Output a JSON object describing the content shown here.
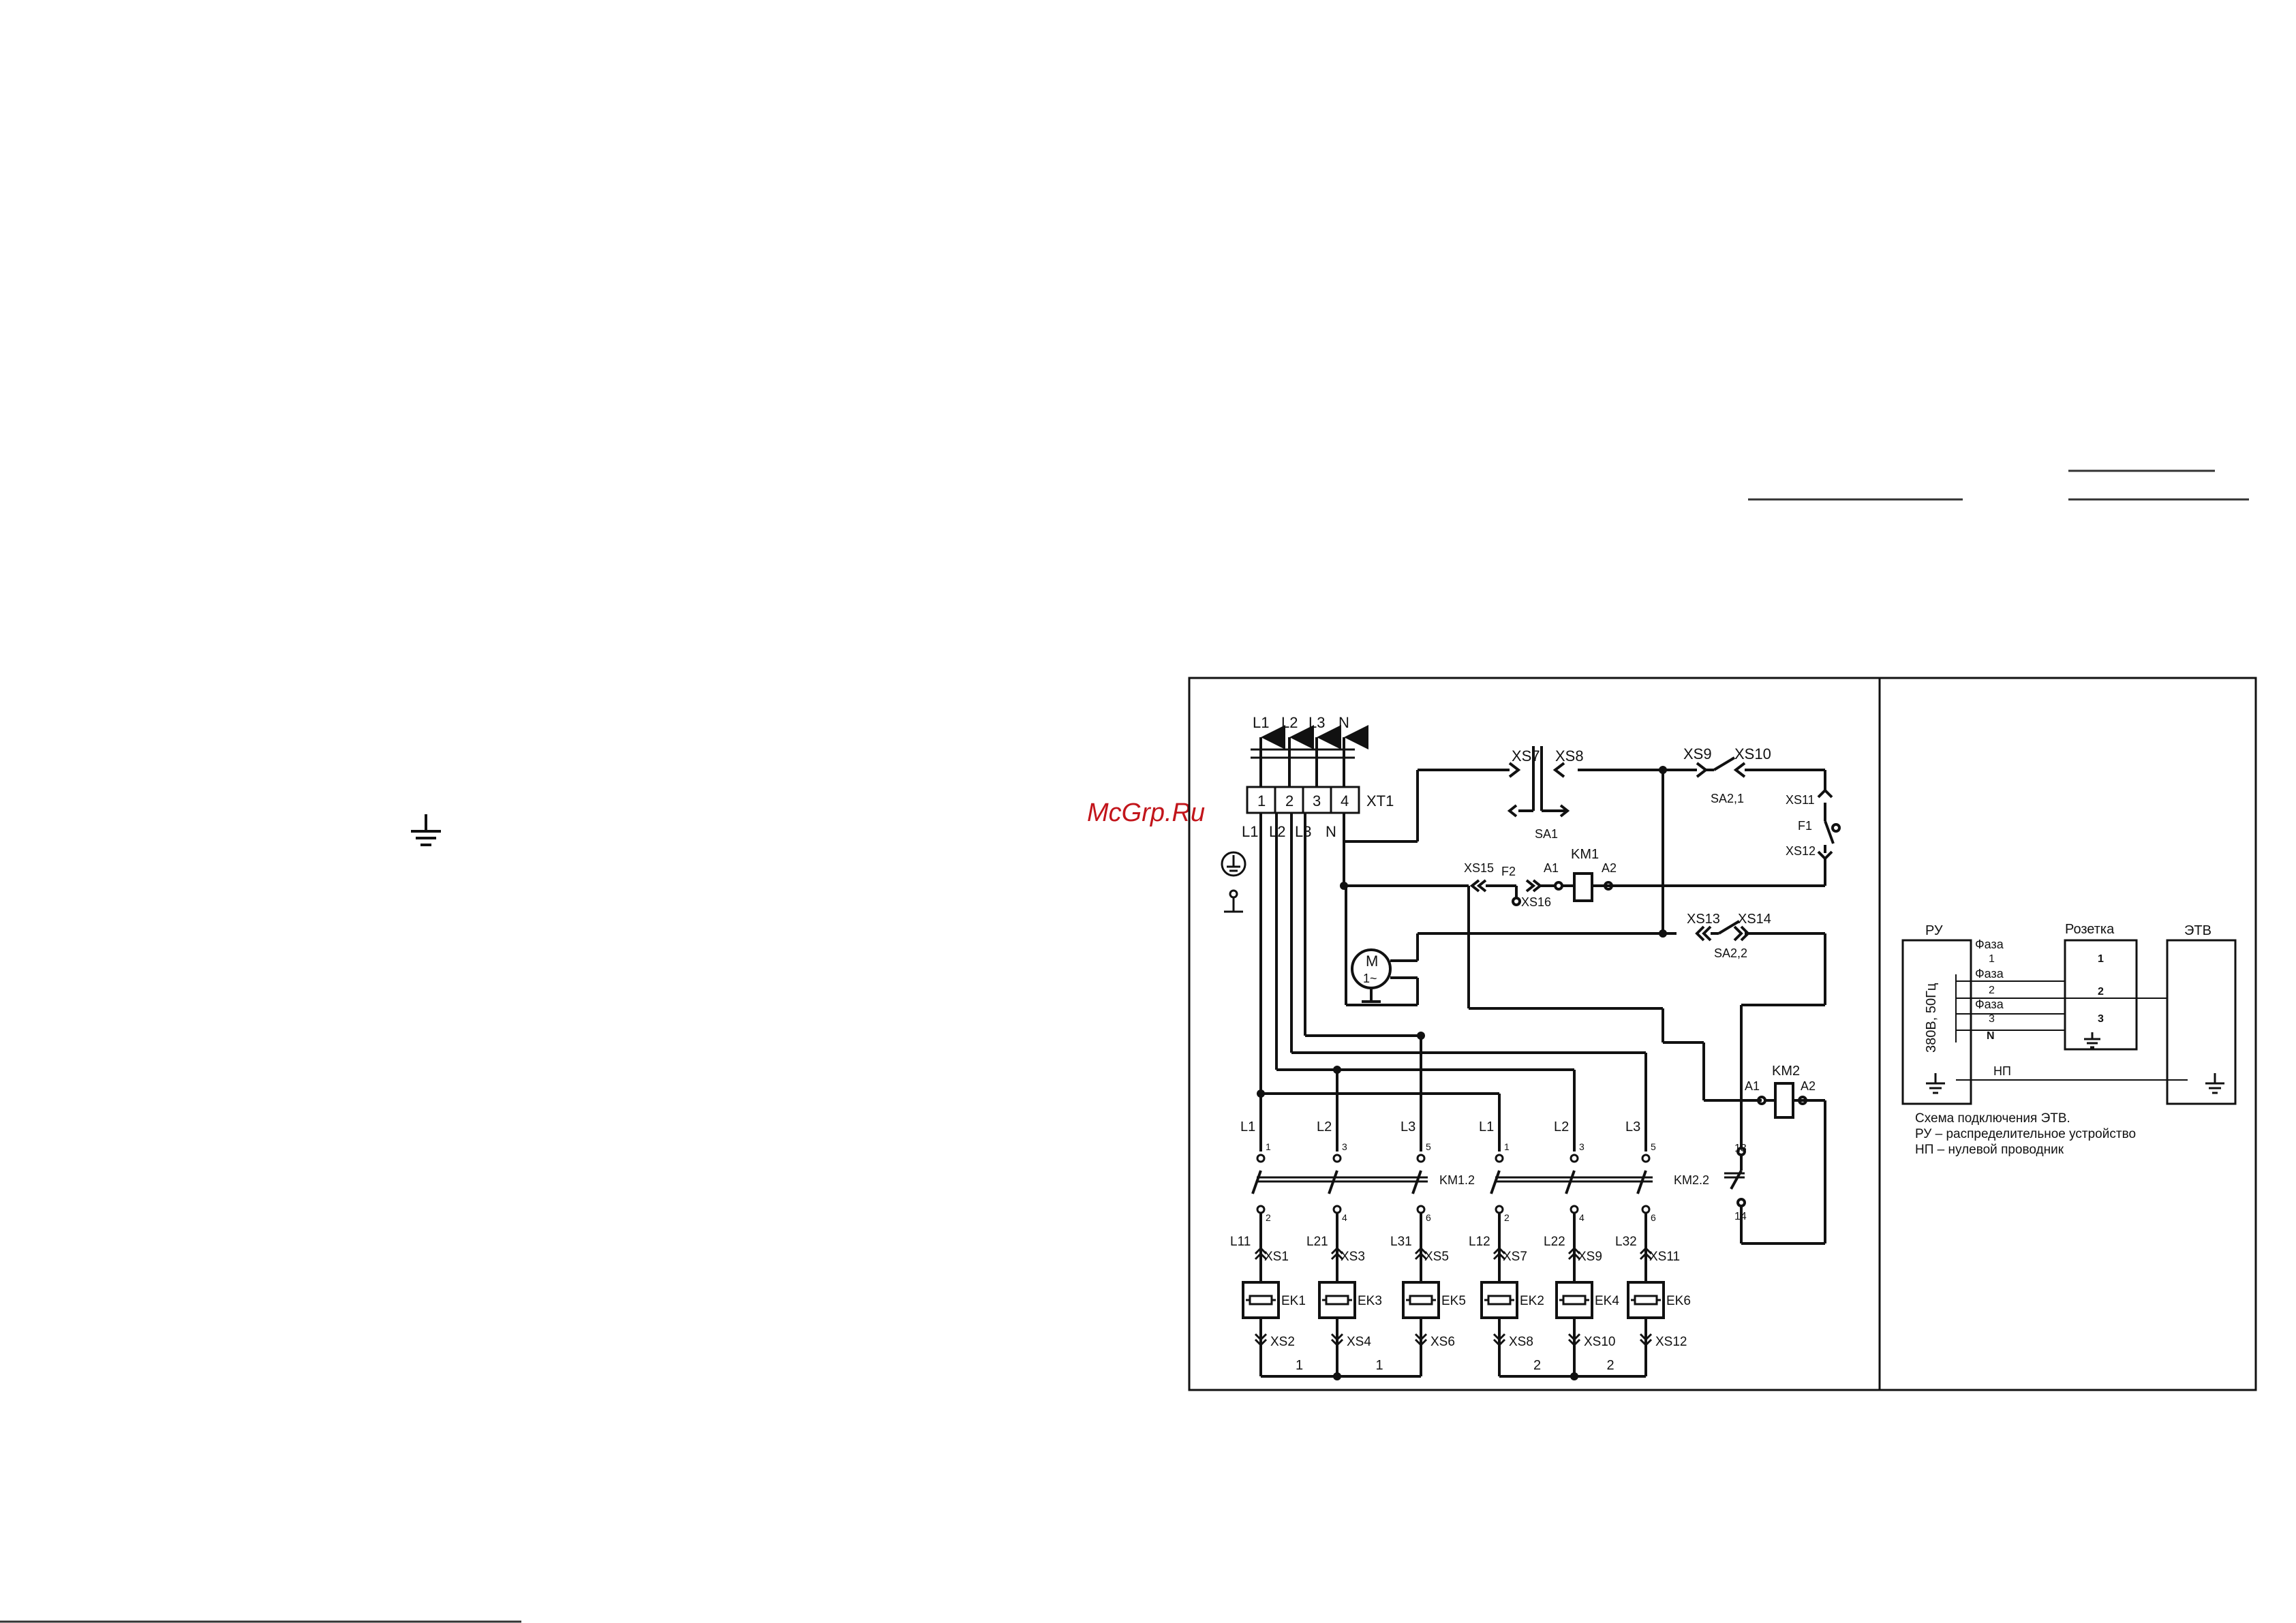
{
  "watermark": "McGrp.Ru",
  "schematic": {
    "supply_terminals": [
      "L1",
      "L2",
      "L3",
      "N"
    ],
    "terminal_numbers": [
      "1",
      "2",
      "3",
      "4"
    ],
    "terminal_block": "XT1",
    "terminal_wires": [
      "L1",
      "L2",
      "L3",
      "N"
    ],
    "motor": "M",
    "motor_sub": "1~",
    "connectors": {
      "xs7": "XS7",
      "xs8": "XS8",
      "sa1": "SA1",
      "xs9": "XS9",
      "xs10": "XS10",
      "sa21": "SA2,1",
      "xs11": "XS11",
      "f1": "F1",
      "xs12": "XS12",
      "xs15": "XS15",
      "f2": "F2",
      "xs16": "XS16",
      "km1": "KM1",
      "a1": "A1",
      "a2": "A2",
      "xs13": "XS13",
      "xs14": "XS14",
      "sa22": "SA2,2",
      "km2": "KM2",
      "n13": "13",
      "n14": "14"
    },
    "km12": "KM1.2",
    "km22": "KM2.2",
    "group1": {
      "top_labels": [
        "L1",
        "L2",
        "L3"
      ],
      "pins_top": [
        "1",
        "3",
        "5"
      ],
      "pins_bottom": [
        "2",
        "4",
        "6"
      ],
      "wire_labels": [
        "L11",
        "L21",
        "L31"
      ],
      "xs_top": [
        "XS1",
        "XS3",
        "XS5"
      ],
      "heaters": [
        "EK1",
        "EK3",
        "EK5"
      ],
      "xs_bottom": [
        "XS2",
        "XS4",
        "XS6"
      ],
      "bus_labels": [
        "1",
        "1"
      ]
    },
    "group2": {
      "top_labels": [
        "L1",
        "L2",
        "L3"
      ],
      "pins_top": [
        "1",
        "3",
        "5"
      ],
      "pins_bottom": [
        "2",
        "4",
        "6"
      ],
      "wire_labels": [
        "L12",
        "L22",
        "L32"
      ],
      "xs_top": [
        "XS7",
        "XS9",
        "XS11"
      ],
      "heaters": [
        "EK2",
        "EK4",
        "EK6"
      ],
      "xs_bottom": [
        "XS8",
        "XS10",
        "XS12"
      ],
      "bus_labels": [
        "2",
        "2"
      ]
    }
  },
  "connection": {
    "ru": "РУ",
    "socket": "Розетка",
    "etv": "ЭТВ",
    "voltage": "380В, 50Гц",
    "phase_word": "Фаза",
    "phases": [
      "1",
      "2",
      "3"
    ],
    "neutral": "N",
    "socket_pins": [
      "1",
      "2",
      "3"
    ],
    "np": "НП",
    "caption_1": "Схема подключения ЭТВ.",
    "caption_2": "РУ – распределительное устройство",
    "caption_3": "НП – нулевой проводник"
  }
}
